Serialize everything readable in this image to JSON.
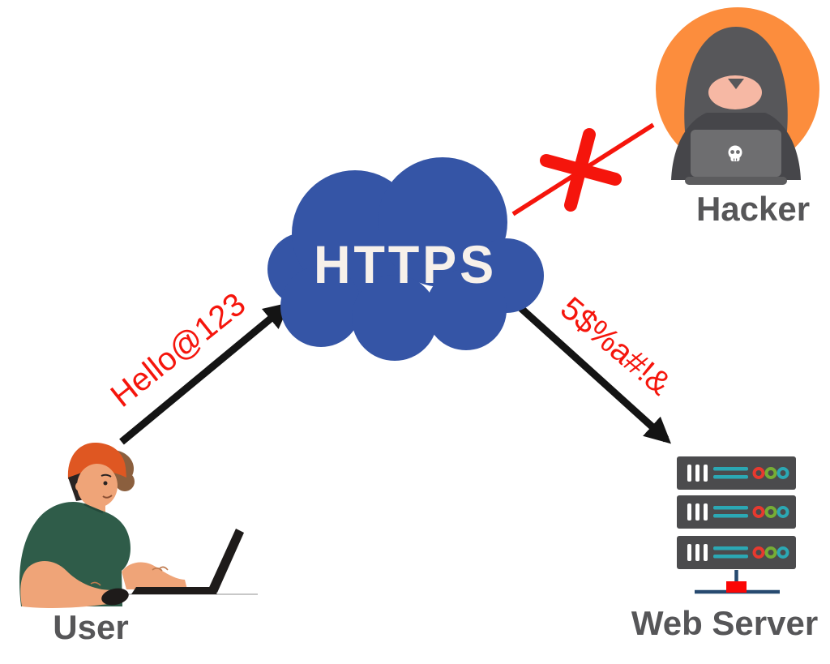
{
  "cloud": {
    "label": "HTTPS"
  },
  "messages": {
    "plaintext_from_user": "Hello@123",
    "encrypted_to_server": "5$%a#!&"
  },
  "nodes": {
    "user": {
      "label": "User"
    },
    "hacker": {
      "label": "Hacker"
    },
    "web_server": {
      "label": "Web Server",
      "rack_count": 3
    }
  },
  "colors": {
    "cloud_blue": "#3555A6",
    "https_text": "#F7F1EA",
    "accent_red": "#F5150C",
    "arrow_black": "#141414",
    "hacker_bg_orange": "#FC8D3D",
    "hood_gray": "#57575A",
    "body_dark": "#46464A",
    "hacker_laptop_gray": "#6E6E70",
    "hacker_skin": "#F6B8A4",
    "label_gray": "#565658",
    "server_gray": "#4B4B4D",
    "server_teal": "#2BA8B4",
    "led_red": "#E8392F",
    "led_green": "#76AD35",
    "network_navy": "#274A70",
    "network_red": "#FB0605",
    "shirt_green": "#2F5C49",
    "cap_orange": "#DF5722",
    "user_skin": "#EFA478",
    "hair_brown": "#8B5F3E"
  }
}
